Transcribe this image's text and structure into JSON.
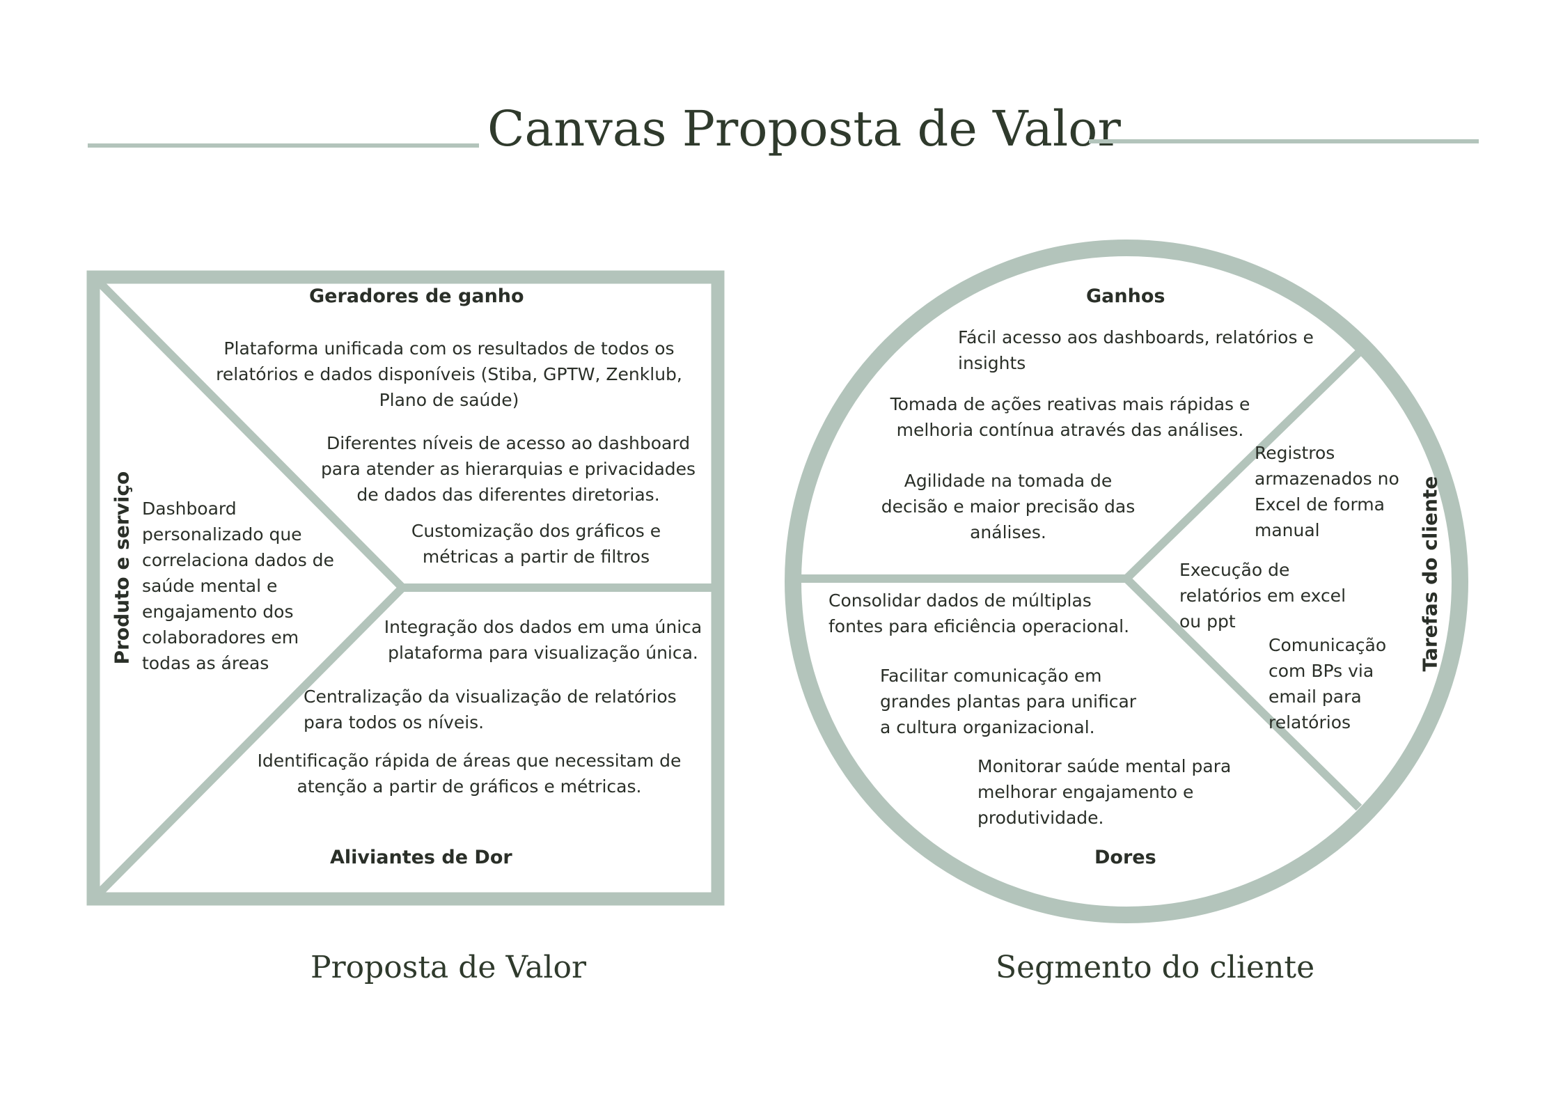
{
  "title": "Canvas Proposta de Valor",
  "colors": {
    "frame": "#b3c4bb",
    "text": "#2a2f28",
    "title": "#2f3a2c"
  },
  "value_proposition": {
    "caption": "Proposta de Valor",
    "gain_creators": {
      "heading": "Geradores de ganho",
      "items": [
        "Plataforma unificada com os resultados de todos os\nrelatórios e dados disponíveis (Stiba, GPTW, Zenklub,\nPlano de saúde)",
        "Diferentes níveis de acesso ao dashboard\npara atender as hierarquias e privacidades\nde dados das diferentes diretorias.",
        "Customização dos gráficos e\nmétricas a partir de filtros"
      ]
    },
    "products_services": {
      "heading": "Produto e serviço",
      "items": [
        "Dashboard\npersonalizado que\ncorrelaciona dados de\nsaúde mental e\nengajamento dos\ncolaboradores em\ntodas as áreas"
      ]
    },
    "pain_relievers": {
      "heading": "Aliviantes de Dor",
      "items": [
        "Integração dos dados em uma única\nplataforma para visualização única.",
        "Centralização da visualização de relatórios\npara todos os níveis.",
        "Identificação rápida de áreas que necessitam de\natenção a partir de gráficos e métricas."
      ]
    }
  },
  "customer_segment": {
    "caption": "Segmento do cliente",
    "gains": {
      "heading": "Ganhos",
      "items": [
        "Fácil acesso aos dashboards, relatórios e\ninsights",
        "Tomada de ações reativas mais rápidas e\nmelhoria contínua através das análises.",
        "Agilidade na tomada de\ndecisão e  maior precisão das\nanálises."
      ]
    },
    "customer_jobs": {
      "heading": "Tarefas do cliente",
      "items": [
        "Registros\narmazenados no\nExcel de forma\nmanual",
        "Execução de\nrelatórios em excel\nou ppt",
        "Comunicação\ncom BPs via\nemail para\nrelatórios"
      ]
    },
    "pains": {
      "heading": "Dores",
      "items": [
        "Consolidar dados de múltiplas\nfontes para eficiência operacional.",
        "Facilitar comunicação em\ngrandes plantas para unificar\na cultura organizacional.",
        "Monitorar saúde mental para\nmelhorar engajamento e\nprodutividade."
      ]
    }
  }
}
